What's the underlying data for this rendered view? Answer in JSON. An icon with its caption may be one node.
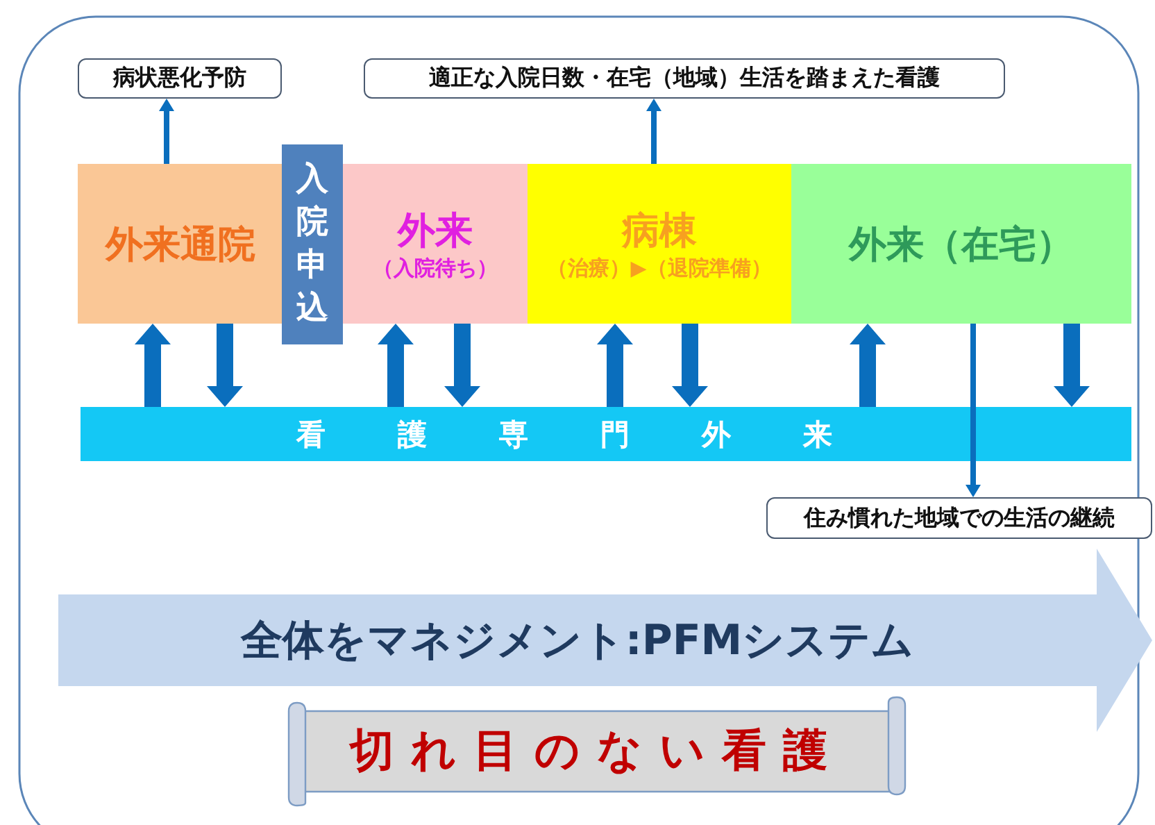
{
  "diagram": {
    "nodes": [
      {
        "text": [
          "病状悪化予防"
        ]
      },
      {
        "text": [
          "適正な入院日数・在宅（地域）生活を踏まえた看護"
        ]
      },
      {
        "text": [
          "外来通院"
        ]
      },
      {
        "text": [
          "入院申込"
        ]
      },
      {
        "text": [
          "外来",
          "（入院待ち）"
        ]
      },
      {
        "text": [
          "病棟",
          "（治療）▶（退院準備）"
        ]
      },
      {
        "text": [
          "外来（在宅）"
        ]
      },
      {
        "text": [
          "看護専門外来"
        ]
      },
      {
        "text": [
          "住み慣れた地域での生活の継続"
        ]
      },
      {
        "text": [
          "全体をマネジメント:PFMシステム"
        ]
      },
      {
        "text": [
          "切れ目のない看護"
        ]
      }
    ],
    "edges": [
      {
        "from": 2,
        "to": 0,
        "arrow": "to"
      },
      {
        "from": 5,
        "to": 1,
        "arrow": "to"
      },
      {
        "from": 7,
        "to": 2,
        "arrow": "to",
        "style": "thick"
      },
      {
        "from": 2,
        "to": 7,
        "arrow": "to",
        "style": "thick"
      },
      {
        "from": 7,
        "to": 4,
        "arrow": "to",
        "style": "thick"
      },
      {
        "from": 4,
        "to": 7,
        "arrow": "to",
        "style": "thick"
      },
      {
        "from": 7,
        "to": 5,
        "arrow": "to",
        "style": "thick"
      },
      {
        "from": 5,
        "to": 7,
        "arrow": "to",
        "style": "thick"
      },
      {
        "from": 7,
        "to": 6,
        "arrow": "to",
        "style": "thick"
      },
      {
        "from": 6,
        "to": 8,
        "arrow": "to"
      },
      {
        "from": 6,
        "to": 7,
        "arrow": "to",
        "style": "thick"
      }
    ]
  }
}
